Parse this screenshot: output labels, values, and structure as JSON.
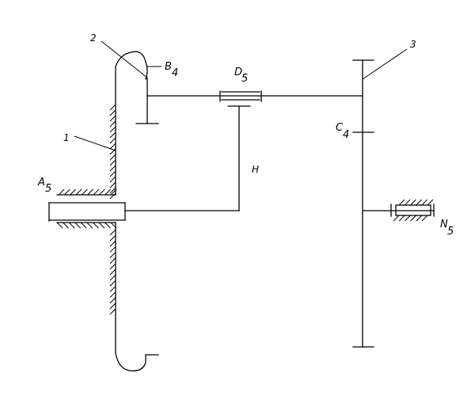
{
  "labels": {
    "gear1": "1",
    "gear2": "2",
    "gear3": "3",
    "carrier": "H",
    "pairA": {
      "letter": "A",
      "index": "5"
    },
    "pairB": {
      "letter": "B",
      "index": "4"
    },
    "pairC": {
      "letter": "C",
      "index": "4"
    },
    "pairD": {
      "letter": "D",
      "index": "5"
    },
    "pairN": {
      "letter": "N",
      "index": "5"
    }
  }
}
